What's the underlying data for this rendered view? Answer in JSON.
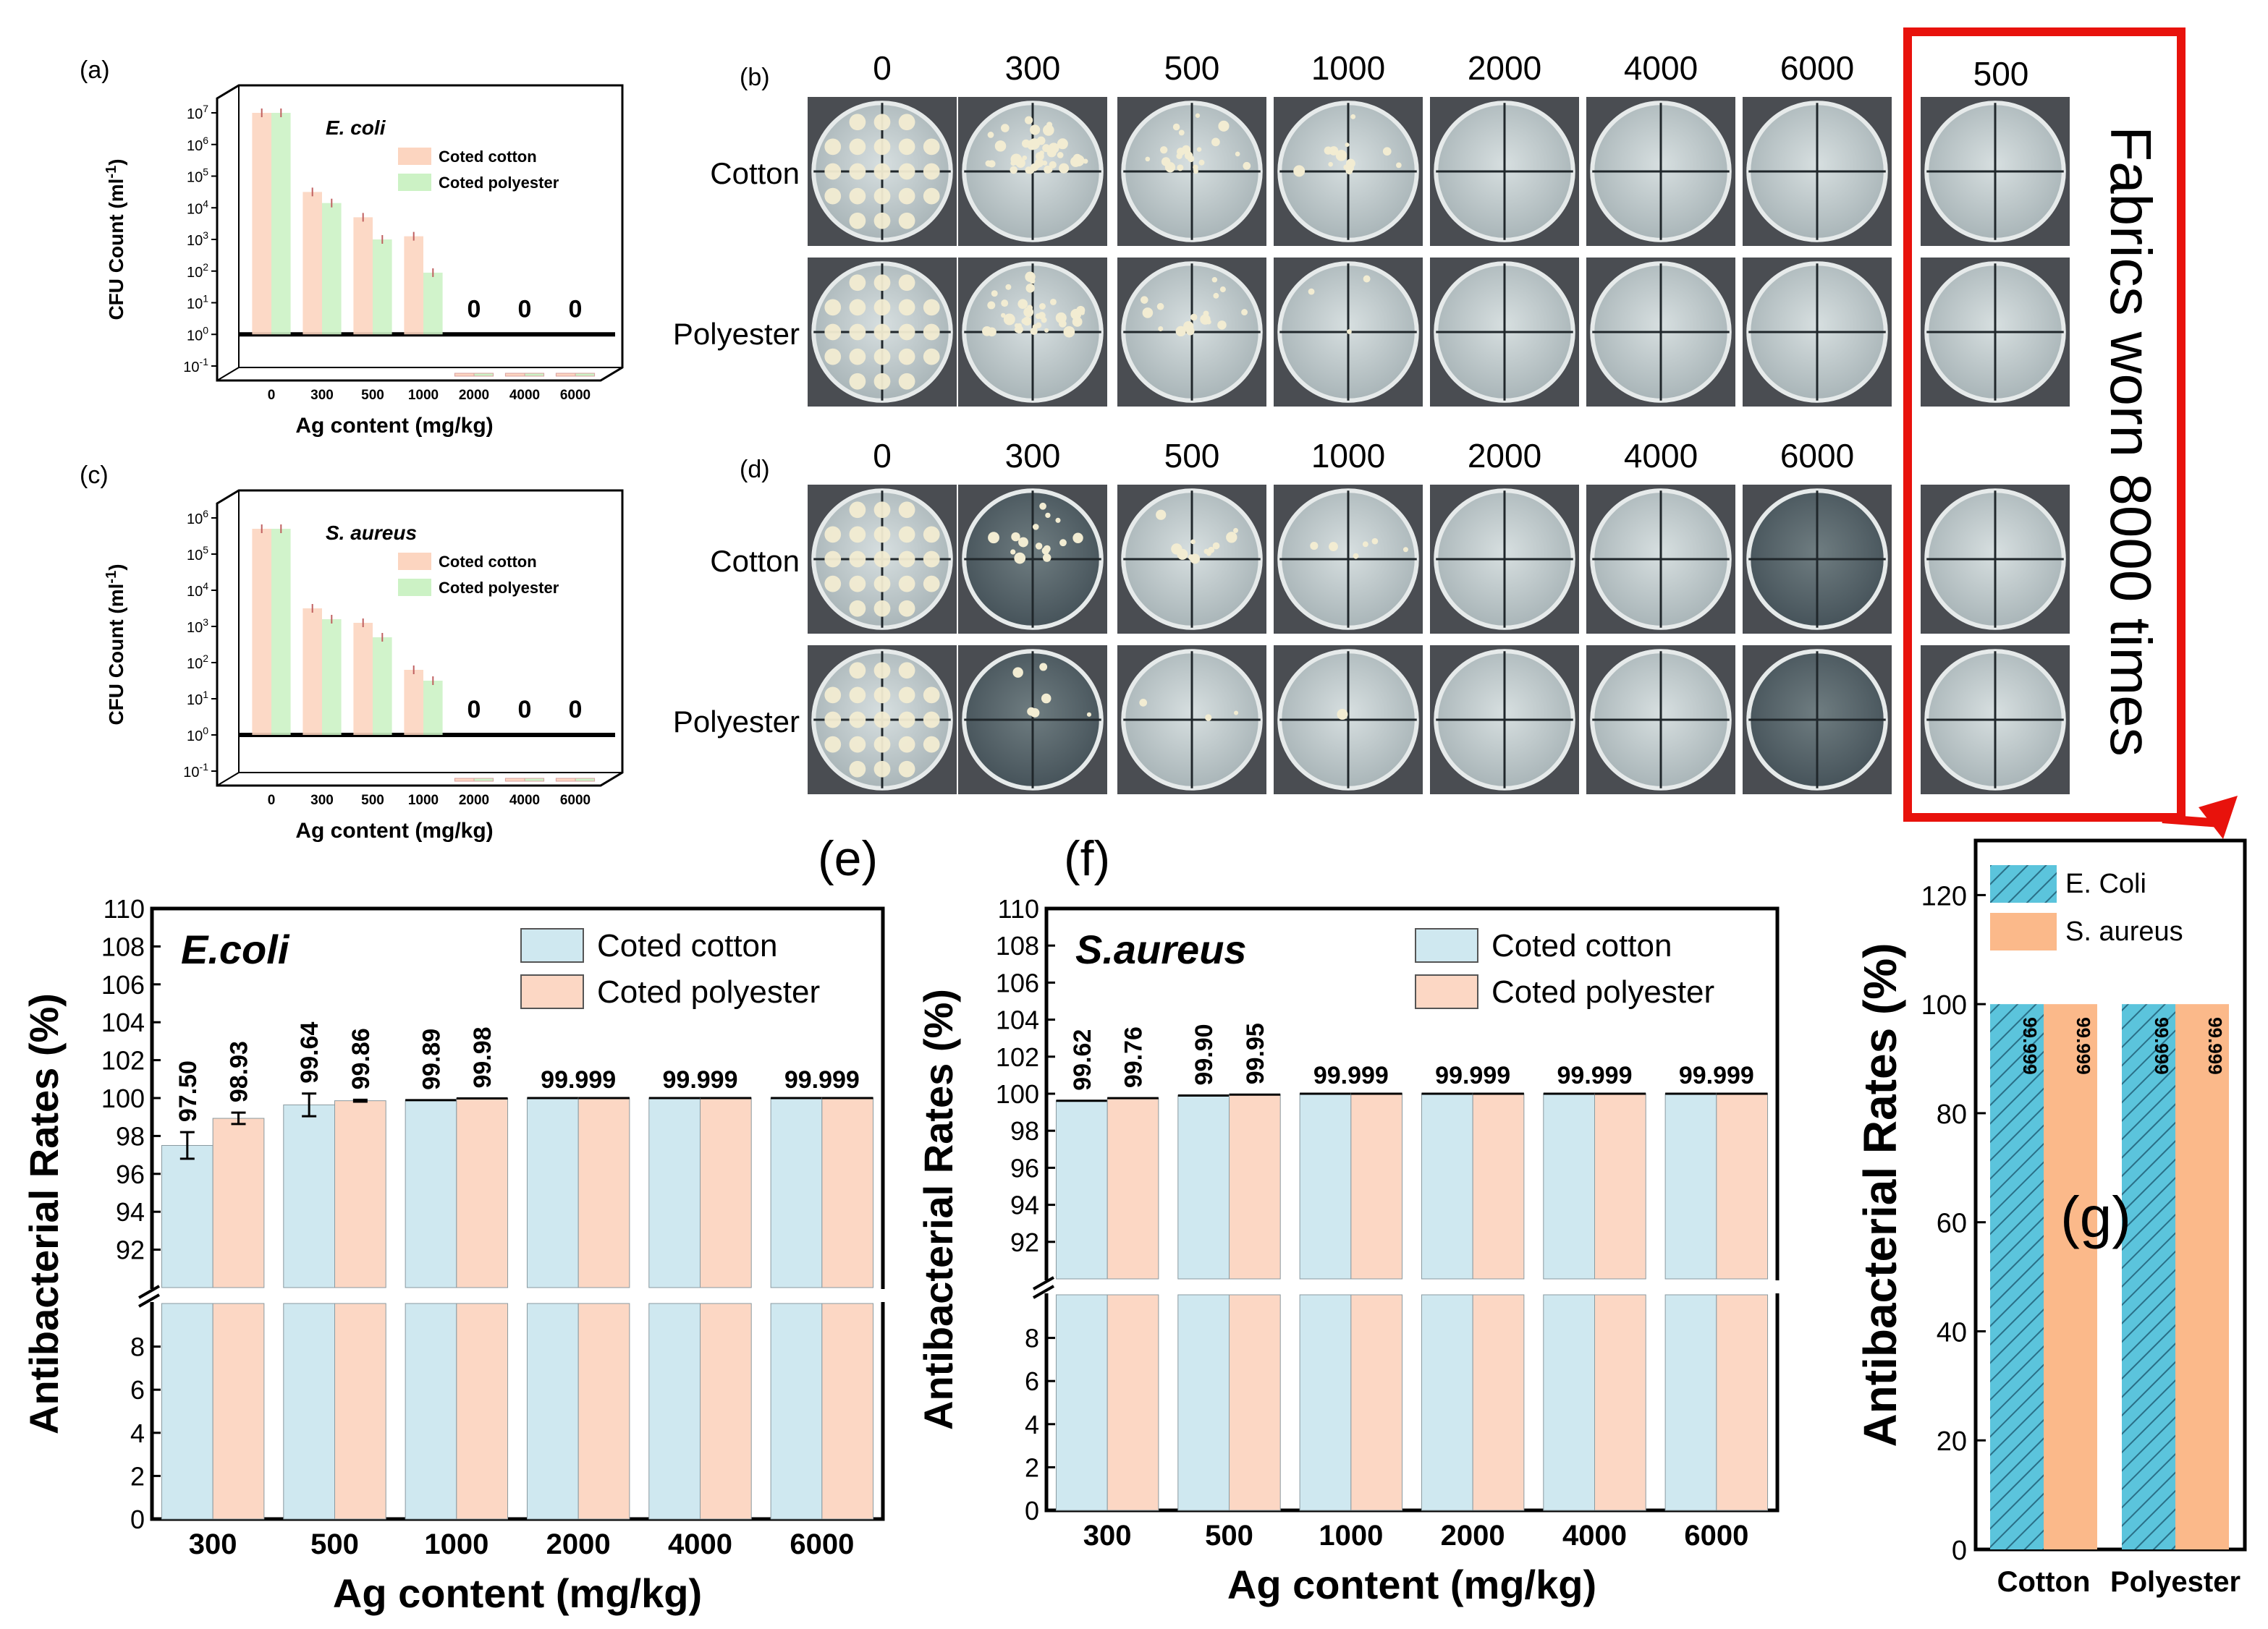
{
  "panels": {
    "a": {
      "label": "(a)",
      "organism": "E. coli"
    },
    "b": {
      "label": "(b)"
    },
    "c": {
      "label": "(c)",
      "organism": "S. aureus"
    },
    "d": {
      "label": "(d)"
    },
    "e": {
      "label": "(e)"
    },
    "f": {
      "label": "(f)"
    },
    "g": {
      "label": "(g)"
    }
  },
  "plates": {
    "concentrations": [
      "0",
      "300",
      "500",
      "1000",
      "2000",
      "4000",
      "6000"
    ],
    "row_labels": [
      "Cotton",
      "Polyester"
    ],
    "worn_concentration": "500",
    "worn_label": "Fabrics worn 8000 times",
    "b_colony_levels": {
      "cotton": [
        1.0,
        0.7,
        0.35,
        0.25,
        0,
        0,
        0
      ],
      "polyester": [
        1.0,
        0.6,
        0.3,
        0.05,
        0,
        0,
        0
      ]
    },
    "d_colony_levels": {
      "cotton": [
        1.0,
        0.25,
        0.2,
        0.1,
        0,
        0,
        0
      ],
      "polyester": [
        1.0,
        0.1,
        0.05,
        0.02,
        0,
        0,
        0
      ]
    },
    "colors": {
      "bg": "#4a4d52",
      "agar_light": "#cfd6d6",
      "agar_dark": "#5e6c70",
      "colony": "#f2ecd2"
    }
  },
  "chart_data": [
    {
      "id": "a",
      "type": "bar",
      "scale": "log",
      "title": "E. coli",
      "xlabel": "Ag content (mg/kg)",
      "ylabel": "CFU Count (ml-1)",
      "categories": [
        "0",
        "300",
        "500",
        "1000",
        "2000",
        "4000",
        "6000"
      ],
      "yticks": [
        "10-1",
        "100",
        "101",
        "102",
        "103",
        "104",
        "105",
        "106",
        "107"
      ],
      "ylim_exp": [
        -1,
        7
      ],
      "series": [
        {
          "name": "Coted cotton",
          "values_exp": [
            7.0,
            4.5,
            3.7,
            3.1,
            null,
            null,
            null
          ],
          "color": "#fcd5c0"
        },
        {
          "name": "Coted polyester",
          "values_exp": [
            7.0,
            4.15,
            3.0,
            1.95,
            null,
            null,
            null
          ],
          "color": "#ccf2c5"
        }
      ],
      "zero_labels": [
        "0",
        "0",
        "0"
      ],
      "legend": "top-right"
    },
    {
      "id": "c",
      "type": "bar",
      "scale": "log",
      "title": "S. aureus",
      "xlabel": "Ag content (mg/kg)",
      "ylabel": "CFU Count (ml-1)",
      "categories": [
        "0",
        "300",
        "500",
        "1000",
        "2000",
        "4000",
        "6000"
      ],
      "yticks": [
        "10-1",
        "100",
        "101",
        "102",
        "103",
        "104",
        "105",
        "106"
      ],
      "ylim_exp": [
        -1,
        6
      ],
      "series": [
        {
          "name": "Coted cotton",
          "values_exp": [
            5.7,
            3.5,
            3.1,
            1.8,
            null,
            null,
            null
          ],
          "color": "#fcd5c0"
        },
        {
          "name": "Coted polyester",
          "values_exp": [
            5.7,
            3.2,
            2.7,
            1.5,
            null,
            null,
            null
          ],
          "color": "#ccf2c5"
        }
      ],
      "zero_labels": [
        "0",
        "0",
        "0"
      ],
      "legend": "top-right"
    },
    {
      "id": "e",
      "type": "bar",
      "title": "E.coli",
      "xlabel": "Ag content (mg/kg)",
      "ylabel": "Antibacterial Rates (%)",
      "categories": [
        "300",
        "500",
        "1000",
        "2000",
        "4000",
        "6000"
      ],
      "upper_ticks": [
        "92",
        "94",
        "96",
        "98",
        "100",
        "102",
        "104",
        "106",
        "108",
        "110"
      ],
      "lower_ticks": [
        "0",
        "2",
        "4",
        "6",
        "8"
      ],
      "upper_ylim": [
        90,
        110
      ],
      "lower_ylim": [
        0,
        10
      ],
      "series": [
        {
          "name": "Coted cotton",
          "values": [
            97.5,
            99.64,
            99.89,
            99.999,
            99.999,
            99.999
          ],
          "errors": [
            0.7,
            0.6,
            0,
            0,
            0,
            0
          ],
          "color": "#cfe8f0"
        },
        {
          "name": "Coted polyester",
          "values": [
            98.93,
            99.86,
            99.98,
            99.999,
            99.999,
            99.999
          ],
          "errors": [
            0.3,
            0.05,
            0,
            0,
            0,
            0
          ],
          "color": "#fcd7c4"
        }
      ],
      "data_labels": [
        "97.50",
        "98.93",
        "99.64",
        "99.86",
        "99.89",
        "99.98",
        "99.999",
        "99.999",
        "99.999"
      ],
      "legend": "top-right"
    },
    {
      "id": "f",
      "type": "bar",
      "title": "S.aureus",
      "xlabel": "Ag content (mg/kg)",
      "ylabel": "Antibacterial Rates (%)",
      "categories": [
        "300",
        "500",
        "1000",
        "2000",
        "4000",
        "6000"
      ],
      "upper_ticks": [
        "92",
        "94",
        "96",
        "98",
        "100",
        "102",
        "104",
        "106",
        "108",
        "110"
      ],
      "lower_ticks": [
        "0",
        "2",
        "4",
        "6",
        "8"
      ],
      "upper_ylim": [
        90,
        110
      ],
      "lower_ylim": [
        0,
        10
      ],
      "series": [
        {
          "name": "Coted cotton",
          "values": [
            99.62,
            99.9,
            99.999,
            99.999,
            99.999,
            99.999
          ],
          "errors": [
            0,
            0,
            0,
            0,
            0,
            0
          ],
          "color": "#cfe8f0"
        },
        {
          "name": "Coted polyester",
          "values": [
            99.76,
            99.95,
            99.999,
            99.999,
            99.999,
            99.999
          ],
          "errors": [
            0,
            0,
            0,
            0,
            0,
            0
          ],
          "color": "#fcd7c4"
        }
      ],
      "data_labels": [
        "99.62",
        "99.76",
        "99.90",
        "99.95",
        "99.999",
        "99.999",
        "99.999",
        "99.999"
      ],
      "legend": "top-right"
    },
    {
      "id": "g",
      "type": "bar",
      "ylabel": "Antibacterial Rates (%)",
      "categories": [
        "Cotton",
        "Polyester"
      ],
      "yticks": [
        "0",
        "20",
        "40",
        "60",
        "80",
        "100",
        "120"
      ],
      "ylim": [
        0,
        130
      ],
      "series": [
        {
          "name": "E. Coli",
          "values": [
            99.999,
            99.999
          ],
          "color": "#5bc4dc",
          "pattern": "hatch"
        },
        {
          "name": "S. aureus",
          "values": [
            99.999,
            99.999
          ],
          "color": "#fbb98a"
        }
      ],
      "data_labels": [
        "99.999",
        "99.999",
        "99.999",
        "99.999"
      ],
      "legend": "top-left"
    }
  ]
}
